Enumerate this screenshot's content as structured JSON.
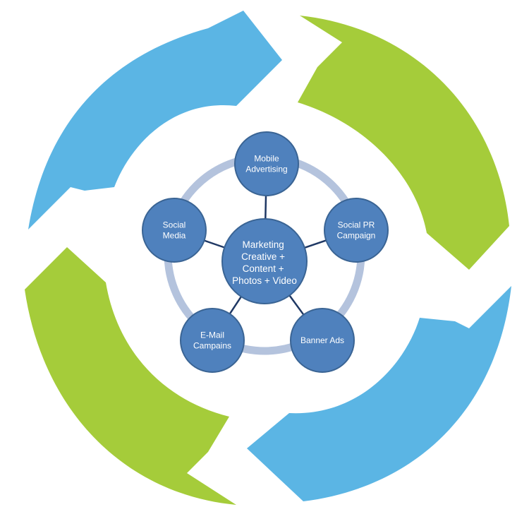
{
  "colors": {
    "green": "#A5CC3A",
    "blue": "#5BB5E4",
    "node_fill": "#4F81BD",
    "node_stroke": "#3A6494",
    "connector": "#1F3864",
    "ring": "#B4C3DD"
  },
  "center": {
    "lines": [
      "Marketing",
      "Creative +",
      "Content +",
      "Photos + Video"
    ]
  },
  "nodes": [
    {
      "id": "mobile-advertising",
      "lines": [
        "Mobile",
        "Advertising"
      ]
    },
    {
      "id": "social-pr-campaign",
      "lines": [
        "Social PR",
        "Campaign"
      ]
    },
    {
      "id": "banner-ads",
      "lines": [
        "Banner Ads"
      ]
    },
    {
      "id": "email-campaigns",
      "lines": [
        "E-Mail",
        "Campains"
      ]
    },
    {
      "id": "social-media",
      "lines": [
        "Social",
        "Media"
      ]
    }
  ]
}
